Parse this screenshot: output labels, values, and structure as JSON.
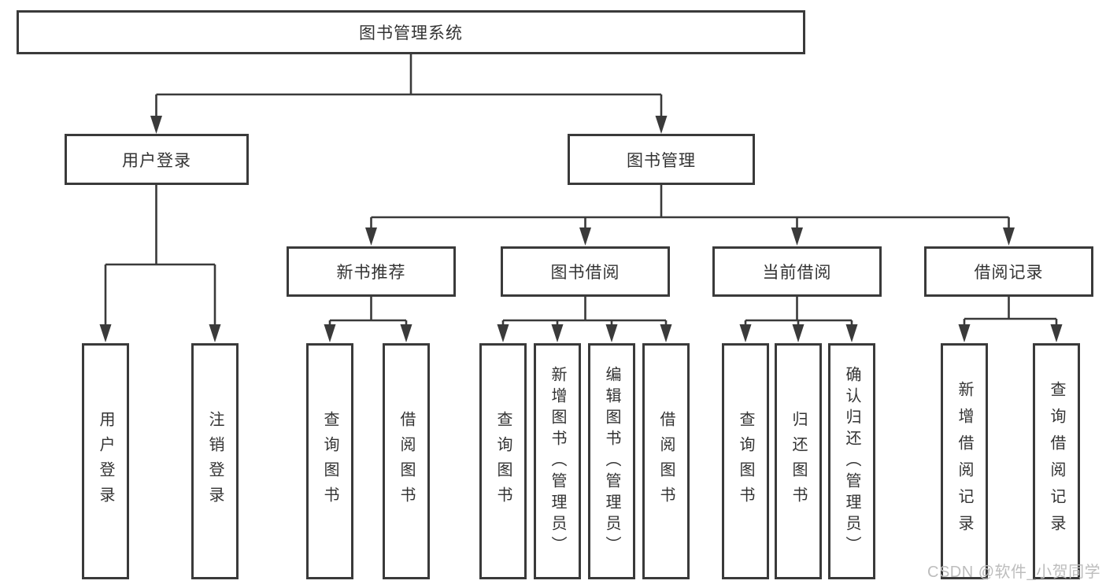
{
  "tree": {
    "root": "图书管理系统",
    "children": [
      {
        "label": "用户登录",
        "children": [
          "用户登录",
          "注销登录"
        ]
      },
      {
        "label": "图书管理",
        "children": [
          {
            "label": "新书推荐",
            "children": [
              "查询图书",
              "借阅图书"
            ]
          },
          {
            "label": "图书借阅",
            "children": [
              "查询图书",
              "新增图书（管理员）",
              "编辑图书（管理员）",
              "借阅图书"
            ]
          },
          {
            "label": "当前借阅",
            "children": [
              "查询图书",
              "归还图书",
              "确认归还（管理员）"
            ]
          },
          {
            "label": "借阅记录",
            "children": [
              "新增借阅记录",
              "查询借阅记录"
            ]
          }
        ]
      }
    ]
  },
  "colors": {
    "line": "#3a3a3a",
    "text": "#333333",
    "watermark": "#bdbdbd",
    "background": "#ffffff"
  },
  "watermark": "CSDN @软件_小贺同学"
}
